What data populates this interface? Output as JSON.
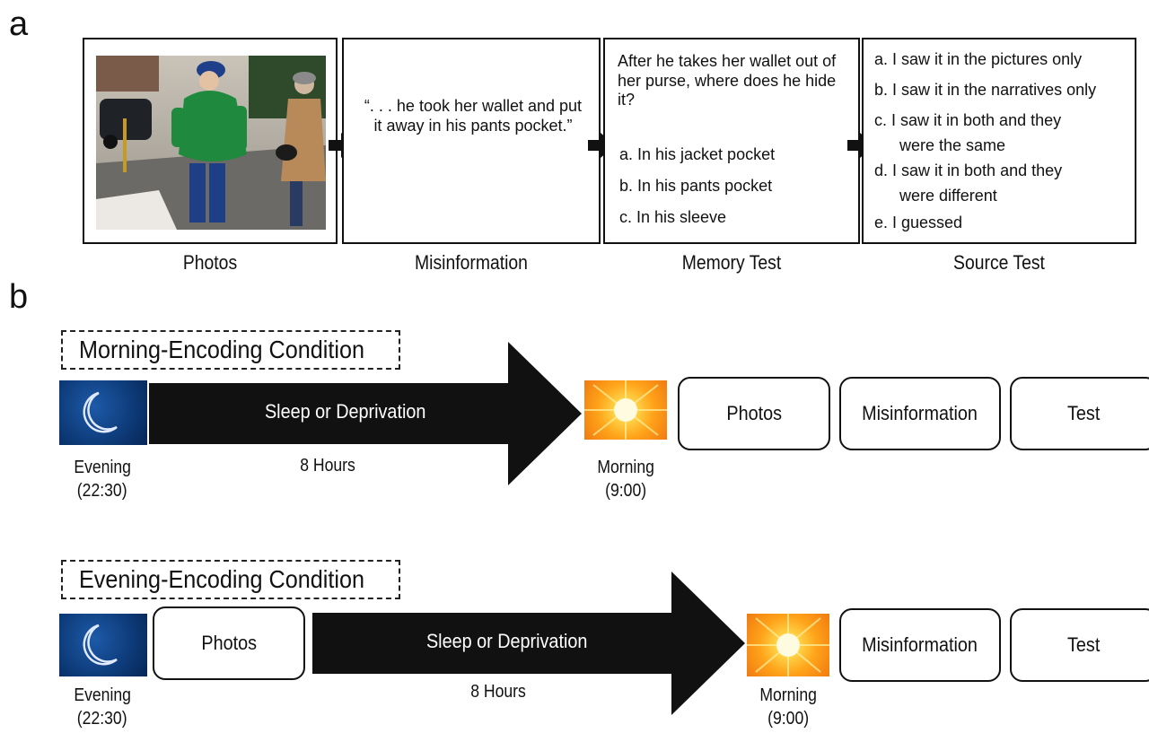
{
  "panel_a": {
    "letter": "a",
    "captions": [
      "Photos",
      "Misinformation",
      "Memory Test",
      "Source Test"
    ],
    "misinformation_quote": "“. . . he took her wallet and put it away in his pants pocket.”",
    "memory_test": {
      "question": "After he takes her wallet out of her purse, where does he hide it?",
      "options": [
        "a.  In his jacket pocket",
        "b.  In his pants pocket",
        "c.  In his sleeve"
      ]
    },
    "source_test": {
      "options": [
        "a.  I saw it in the pictures only",
        "b.  I saw it in the narratives only",
        "c.  I saw it in both and they",
        "were the same",
        "d.  I saw it in both and they",
        "were different",
        "e.  I guessed"
      ]
    }
  },
  "panel_b": {
    "letter": "b",
    "morning": {
      "condition_label": "Morning-Encoding Condition",
      "arrow_label": "Sleep or Deprivation",
      "hours": "8 Hours",
      "start_time": [
        "Evening",
        "(22:30)"
      ],
      "end_time": [
        "Morning",
        "(9:00)"
      ],
      "stages": [
        "Photos",
        "Misinformation",
        "Test"
      ]
    },
    "evening": {
      "condition_label": "Evening-Encoding Condition",
      "first_stage": "Photos",
      "arrow_label": "Sleep or Deprivation",
      "hours": "8 Hours",
      "start_time": [
        "Evening",
        "(22:30)"
      ],
      "end_time": [
        "Morning",
        "(9:00)"
      ],
      "stages": [
        "Misinformation",
        "Test"
      ]
    }
  },
  "icons": {
    "night": "crescent-moon-icon",
    "morning": "sun-icon",
    "flow": "right-arrow-icon"
  },
  "colors": {
    "night_tile": "#0d3a78",
    "sun_tile": "#ffa31a",
    "arrow": "#111111"
  }
}
